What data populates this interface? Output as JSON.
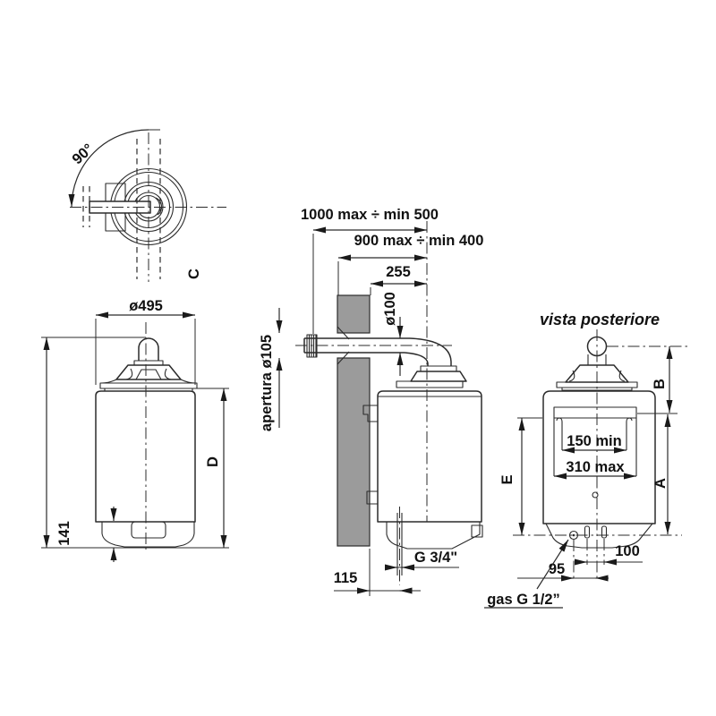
{
  "colors": {
    "line": "#2b2b2b",
    "wall": "#9b9b9b",
    "text": "#111111"
  },
  "views": {
    "top": {
      "angle": "90°",
      "label_c": "C"
    },
    "front": {
      "diameter": "ø495",
      "height_d": "D",
      "base_height": "141"
    },
    "side": {
      "max_distance": "1000 max ÷ min 500",
      "mid_distance": "900 max ÷ min 400",
      "flue_offset": "255",
      "flue_diameter": "ø100",
      "wall_opening": "apertura ø105",
      "wall_offset": "115",
      "water_connection": "G 3/4\""
    },
    "rear": {
      "title": "vista posteriore",
      "dim_b": "B",
      "dim_a": "A",
      "dim_e": "E",
      "bracket_min": "150 min",
      "bracket_max": "310 max",
      "water_spacing": "100",
      "gas_offset": "95",
      "gas_connection": "gas G 1/2”"
    }
  }
}
